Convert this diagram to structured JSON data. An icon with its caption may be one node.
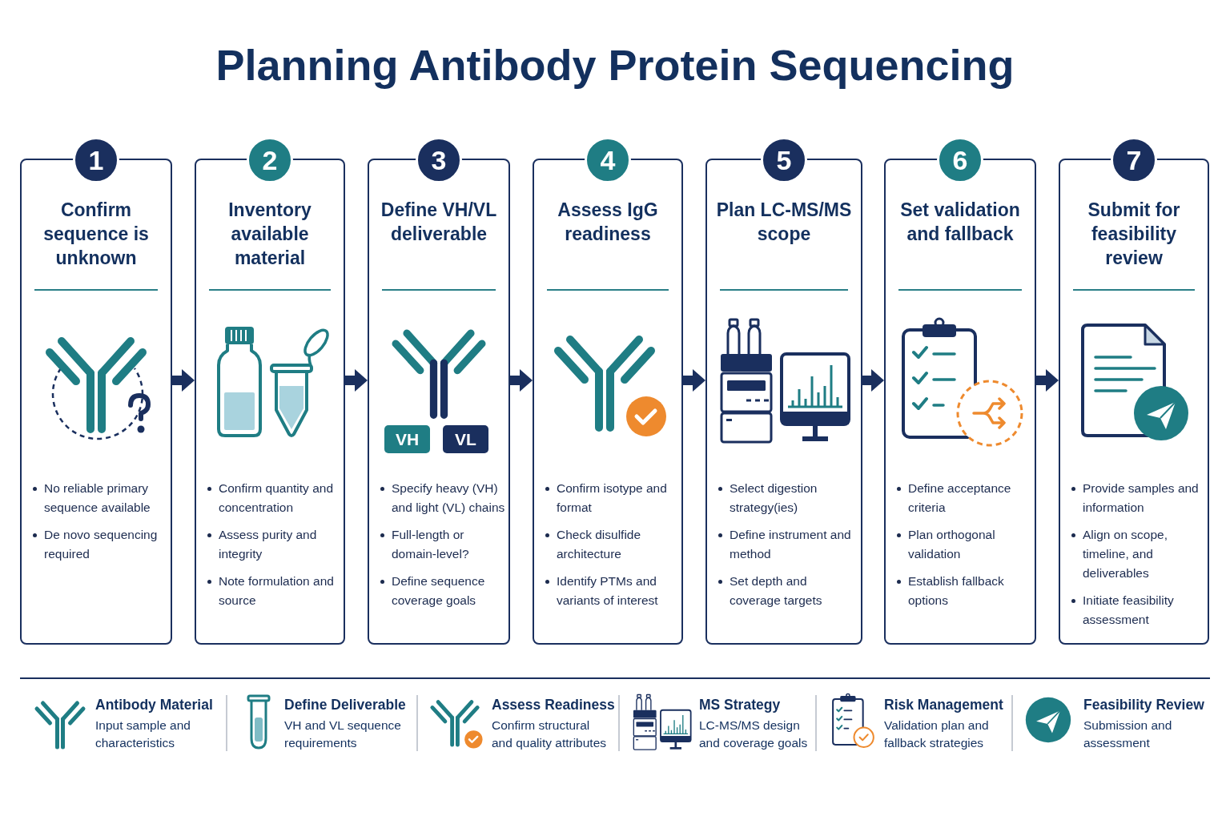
{
  "diagram": {
    "title": "Planning Antibody Protein Sequencing",
    "nodes": [
      {
        "text": [
          "1",
          "Confirm sequence is unknown",
          "No reliable primary sequence available",
          "De novo sequencing required"
        ]
      },
      {
        "text": [
          "2",
          "Inventory available material",
          "Confirm quantity and concentration",
          "Assess purity and integrity",
          "Note formulation and source"
        ]
      },
      {
        "text": [
          "3",
          "Define VH/VL deliverable",
          "Specify heavy (VH) and light (VL) chains",
          "Full-length or domain-level?",
          "Define sequence coverage goals"
        ]
      },
      {
        "text": [
          "VH"
        ],
        "in": 2
      },
      {
        "text": [
          "VL"
        ],
        "in": 2
      },
      {
        "text": [
          "4",
          "Assess IgG readiness",
          "Confirm isotype and format",
          "Check disulfide architecture",
          "Identify PTMs and variants of interest"
        ]
      },
      {
        "text": [
          "5",
          "Plan LC-MS/MS scope",
          "Select digestion strategy(ies)",
          "Define instrument and method",
          "Set depth and coverage targets"
        ]
      },
      {
        "text": [
          "6",
          "Set validation and fallback",
          "Define acceptance criteria",
          "Plan orthogonal validation",
          "Establish fallback options"
        ]
      },
      {
        "text": [
          "7",
          "Submit for feasibility review",
          "Provide samples and information",
          "Align on scope, timeline, and deliverables",
          "Initiate feasibility assessment"
        ]
      }
    ],
    "edges": [
      {
        "from": 0,
        "to": 1,
        "arrow": "to"
      },
      {
        "from": 1,
        "to": 2,
        "arrow": "to"
      },
      {
        "from": 2,
        "to": 5,
        "arrow": "to"
      },
      {
        "from": 5,
        "to": 6,
        "arrow": "to"
      },
      {
        "from": 6,
        "to": 7,
        "arrow": "to"
      },
      {
        "from": 7,
        "to": 8,
        "arrow": "to"
      }
    ],
    "labels": [
      "Antibody Material",
      "Input sample and characteristics",
      "Define Deliverable",
      "VH and VL sequence requirements",
      "Assess Readiness",
      "Confirm structural and quality attributes",
      "MS Strategy",
      "LC-MS/MS design and coverage goals",
      "Risk Management",
      "Validation plan and fallback strategies",
      "Feasibility Review",
      "Submission and assessment"
    ]
  }
}
